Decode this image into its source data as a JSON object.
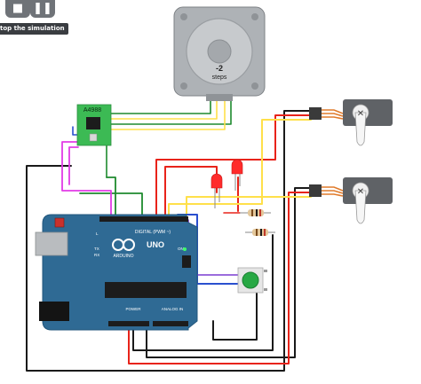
{
  "toolbar": {
    "stop_icon": "stop-icon",
    "pause_icon": "pause-icon",
    "tooltip": "top the simulation"
  },
  "stepper": {
    "position": "-2",
    "unit": "steps"
  },
  "driver": {
    "label": "A4988"
  },
  "arduino": {
    "model": "UNO",
    "brand": "ARDUINO",
    "digital_header": "DIGITAL (PWM ~)",
    "power_header": "POWER",
    "analog_header": "ANALOG IN",
    "on_label": "ON",
    "tx_label": "TX",
    "rx_label": "RX",
    "l_label": "L"
  },
  "colors": {
    "board": "#2f6a94",
    "board_dark": "#23577d",
    "pcb_green": "#3cba54",
    "led_red": "#ff2b2b",
    "button_green": "#27a844",
    "servo_body": "#5f6266",
    "wire_red": "#e8231a",
    "wire_black": "#1a1a1a",
    "wire_green": "#1e8a2e",
    "wire_yellow": "#ffe04a",
    "wire_blue": "#2a4fcf",
    "wire_magenta": "#e23be6"
  }
}
